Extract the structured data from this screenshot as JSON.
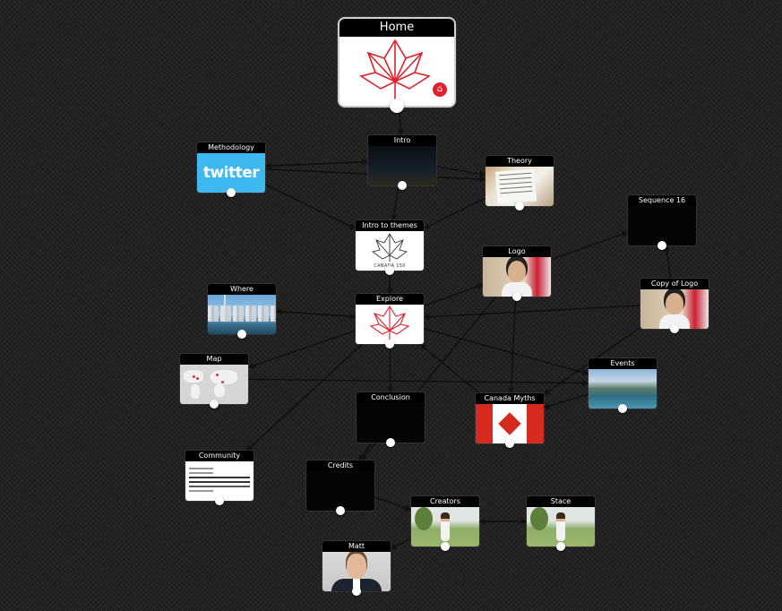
{
  "diagram": {
    "nodes": [
      {
        "id": "home",
        "title": "Home",
        "thumb": "maple-leaf-logo",
        "home_badge": true
      },
      {
        "id": "intro",
        "title": "Intro",
        "thumb": "parliament-night"
      },
      {
        "id": "methodology",
        "title": "Methodology",
        "thumb": "twitter-logo",
        "thumb_text": "twitter"
      },
      {
        "id": "theory",
        "title": "Theory",
        "thumb": "handwritten-notes"
      },
      {
        "id": "intro_themes",
        "title": "Intro to themes",
        "thumb": "canada-150-logo",
        "caption": "CANADA 150"
      },
      {
        "id": "sequence16",
        "title": "Sequence 16",
        "thumb": "black"
      },
      {
        "id": "logo",
        "title": "Logo",
        "thumb": "woman-with-flag"
      },
      {
        "id": "copy_logo",
        "title": "Copy of Logo",
        "thumb": "woman-with-flag"
      },
      {
        "id": "where",
        "title": "Where",
        "thumb": "toronto-skyline"
      },
      {
        "id": "explore",
        "title": "Explore",
        "thumb": "maple-leaf-logo"
      },
      {
        "id": "map",
        "title": "Map",
        "thumb": "world-map"
      },
      {
        "id": "events",
        "title": "Events",
        "thumb": "mountain-lake"
      },
      {
        "id": "conclusion",
        "title": "Conclusion",
        "thumb": "black"
      },
      {
        "id": "canada_myths",
        "title": "Canada Myths",
        "thumb": "canada-flag-map"
      },
      {
        "id": "community",
        "title": "Community",
        "thumb": "social-post"
      },
      {
        "id": "credits",
        "title": "Credits",
        "thumb": "black"
      },
      {
        "id": "creators",
        "title": "Creators",
        "thumb": "woman-in-park"
      },
      {
        "id": "stace",
        "title": "Stace",
        "thumb": "woman-in-park"
      },
      {
        "id": "matt",
        "title": "Matt",
        "thumb": "man-portrait"
      }
    ],
    "edges": [
      [
        "home",
        "intro"
      ],
      [
        "intro",
        "methodology"
      ],
      [
        "methodology",
        "intro"
      ],
      [
        "methodology",
        "theory"
      ],
      [
        "intro",
        "theory"
      ],
      [
        "methodology",
        "intro_themes"
      ],
      [
        "intro",
        "intro_themes"
      ],
      [
        "theory",
        "intro_themes"
      ],
      [
        "intro_themes",
        "explore"
      ],
      [
        "explore",
        "where"
      ],
      [
        "where",
        "explore"
      ],
      [
        "explore",
        "map"
      ],
      [
        "map",
        "events"
      ],
      [
        "explore",
        "logo"
      ],
      [
        "logo",
        "sequence16"
      ],
      [
        "copy_logo",
        "sequence16"
      ],
      [
        "copy_logo",
        "explore"
      ],
      [
        "explore",
        "events"
      ],
      [
        "events",
        "canada_myths"
      ],
      [
        "copy_logo",
        "canada_myths"
      ],
      [
        "logo",
        "canada_myths"
      ],
      [
        "canada_myths",
        "explore"
      ],
      [
        "explore",
        "conclusion"
      ],
      [
        "explore",
        "community"
      ],
      [
        "logo",
        "credits"
      ],
      [
        "conclusion",
        "credits"
      ],
      [
        "credits",
        "creators"
      ],
      [
        "creators",
        "stace"
      ],
      [
        "stace",
        "creators"
      ],
      [
        "creators",
        "matt"
      ]
    ]
  }
}
